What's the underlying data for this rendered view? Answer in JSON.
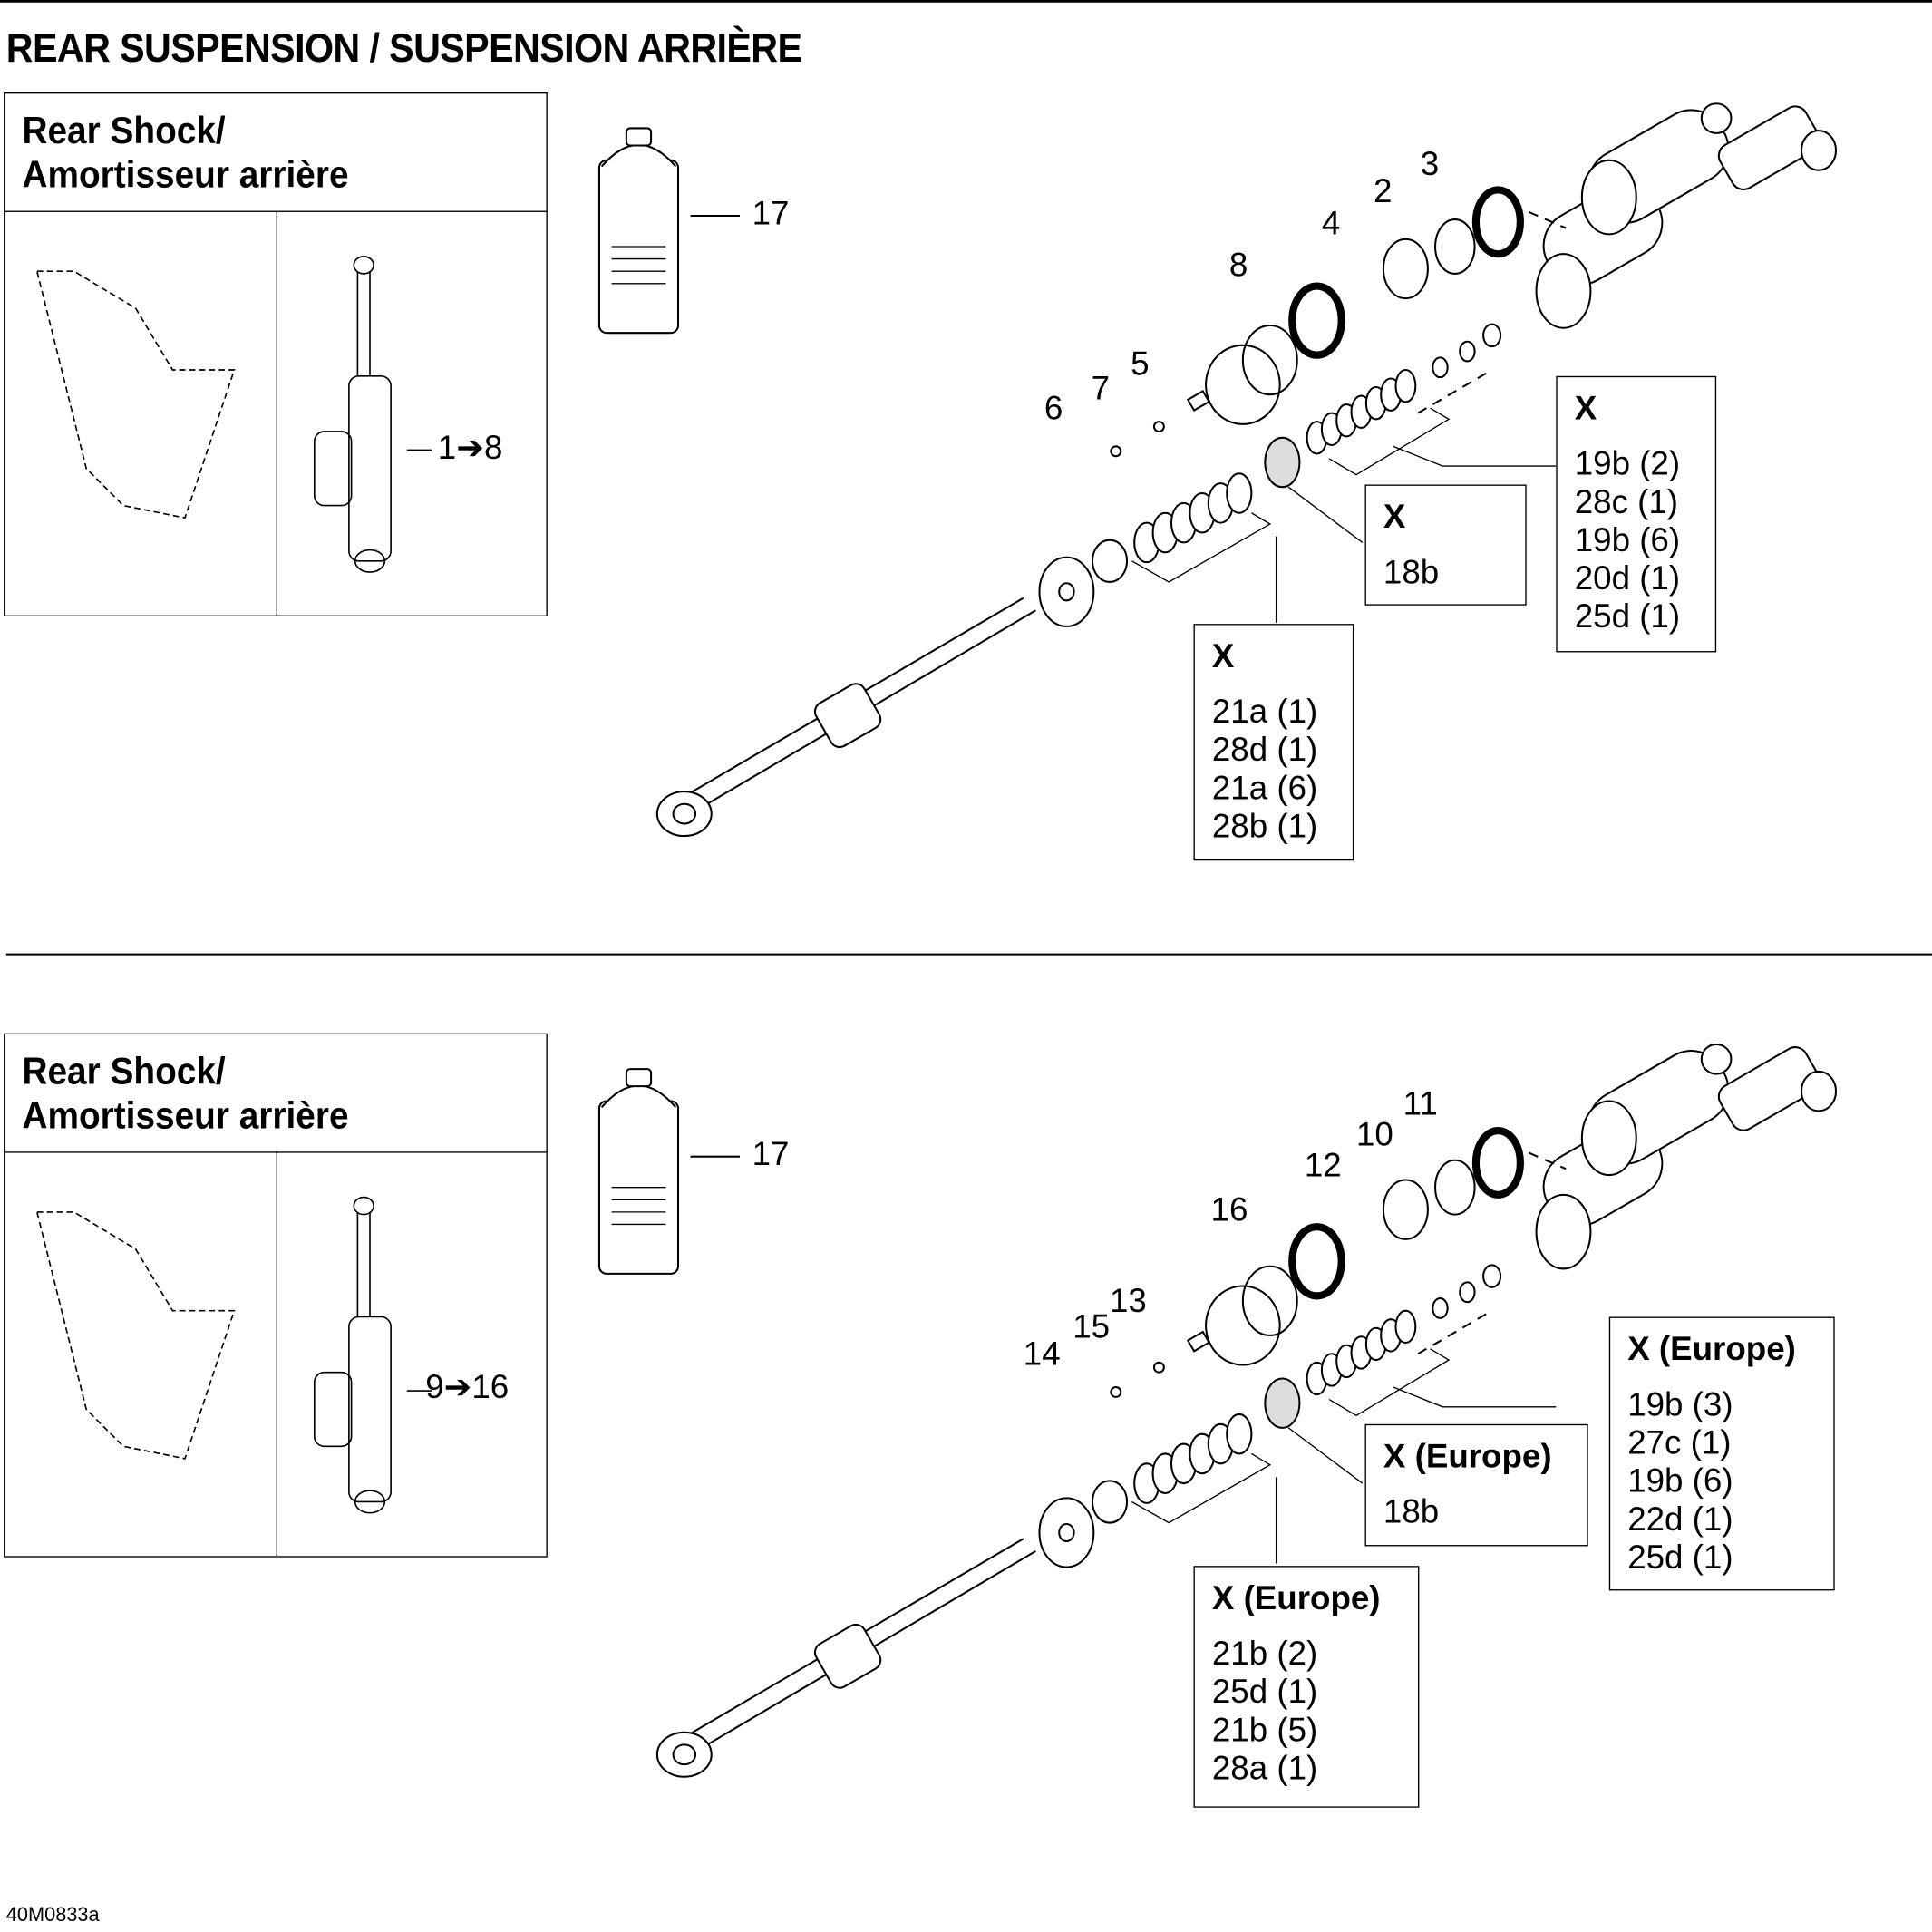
{
  "title": "REAR SUSPENSION / SUSPENSION ARRIÈRE",
  "figure_code": "40M0833a",
  "sections": [
    {
      "panel_title_line1": "Rear Shock/",
      "panel_title_line2": "Amortisseur arrière",
      "range_label": "1➔8",
      "callouts": [
        "17",
        "3",
        "2",
        "4",
        "8",
        "5",
        "7",
        "6"
      ],
      "boxes": [
        {
          "heading": "X",
          "items": [
            "18b"
          ]
        },
        {
          "heading": "X",
          "items": [
            "19b (2)",
            "28c (1)",
            "19b (6)",
            "20d (1)",
            "25d (1)"
          ]
        },
        {
          "heading": "X",
          "items": [
            "21a (1)",
            "28d (1)",
            "21a (6)",
            "28b (1)"
          ]
        }
      ]
    },
    {
      "panel_title_line1": "Rear Shock/",
      "panel_title_line2": "Amortisseur arrière",
      "range_label": "9➔16",
      "callouts": [
        "17",
        "11",
        "10",
        "12",
        "16",
        "13",
        "15",
        "14"
      ],
      "boxes": [
        {
          "heading": "X (Europe)",
          "items": [
            "18b"
          ]
        },
        {
          "heading": "X (Europe)",
          "items": [
            "19b (3)",
            "27c (1)",
            "19b (6)",
            "22d (1)",
            "25d (1)"
          ]
        },
        {
          "heading": "X (Europe)",
          "items": [
            "21b (2)",
            "25d (1)",
            "21b (5)",
            "28a (1)"
          ]
        }
      ]
    }
  ]
}
